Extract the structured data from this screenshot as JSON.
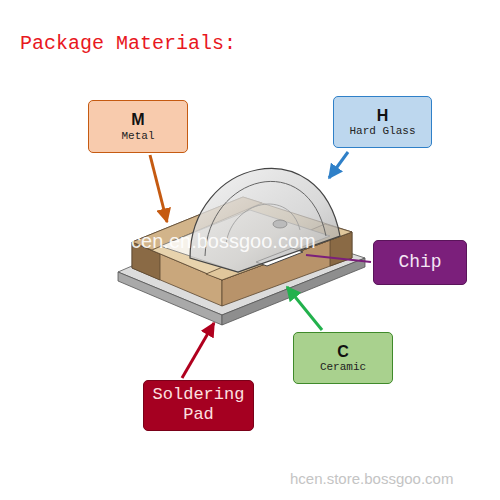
{
  "diagram": {
    "title": "Package Materials:",
    "nodes": [
      {
        "text": [
          "M",
          "Metal"
        ]
      },
      {
        "text": [
          "H",
          "Hard Glass"
        ]
      },
      {
        "text": [
          "Chip"
        ]
      },
      {
        "text": [
          "C",
          "Ceramic"
        ]
      },
      {
        "text": [
          "Soldering Pad"
        ]
      }
    ],
    "labels": [
      "hcen.en.bossgoo.com",
      "hcen.store.bossgoo.com"
    ]
  }
}
